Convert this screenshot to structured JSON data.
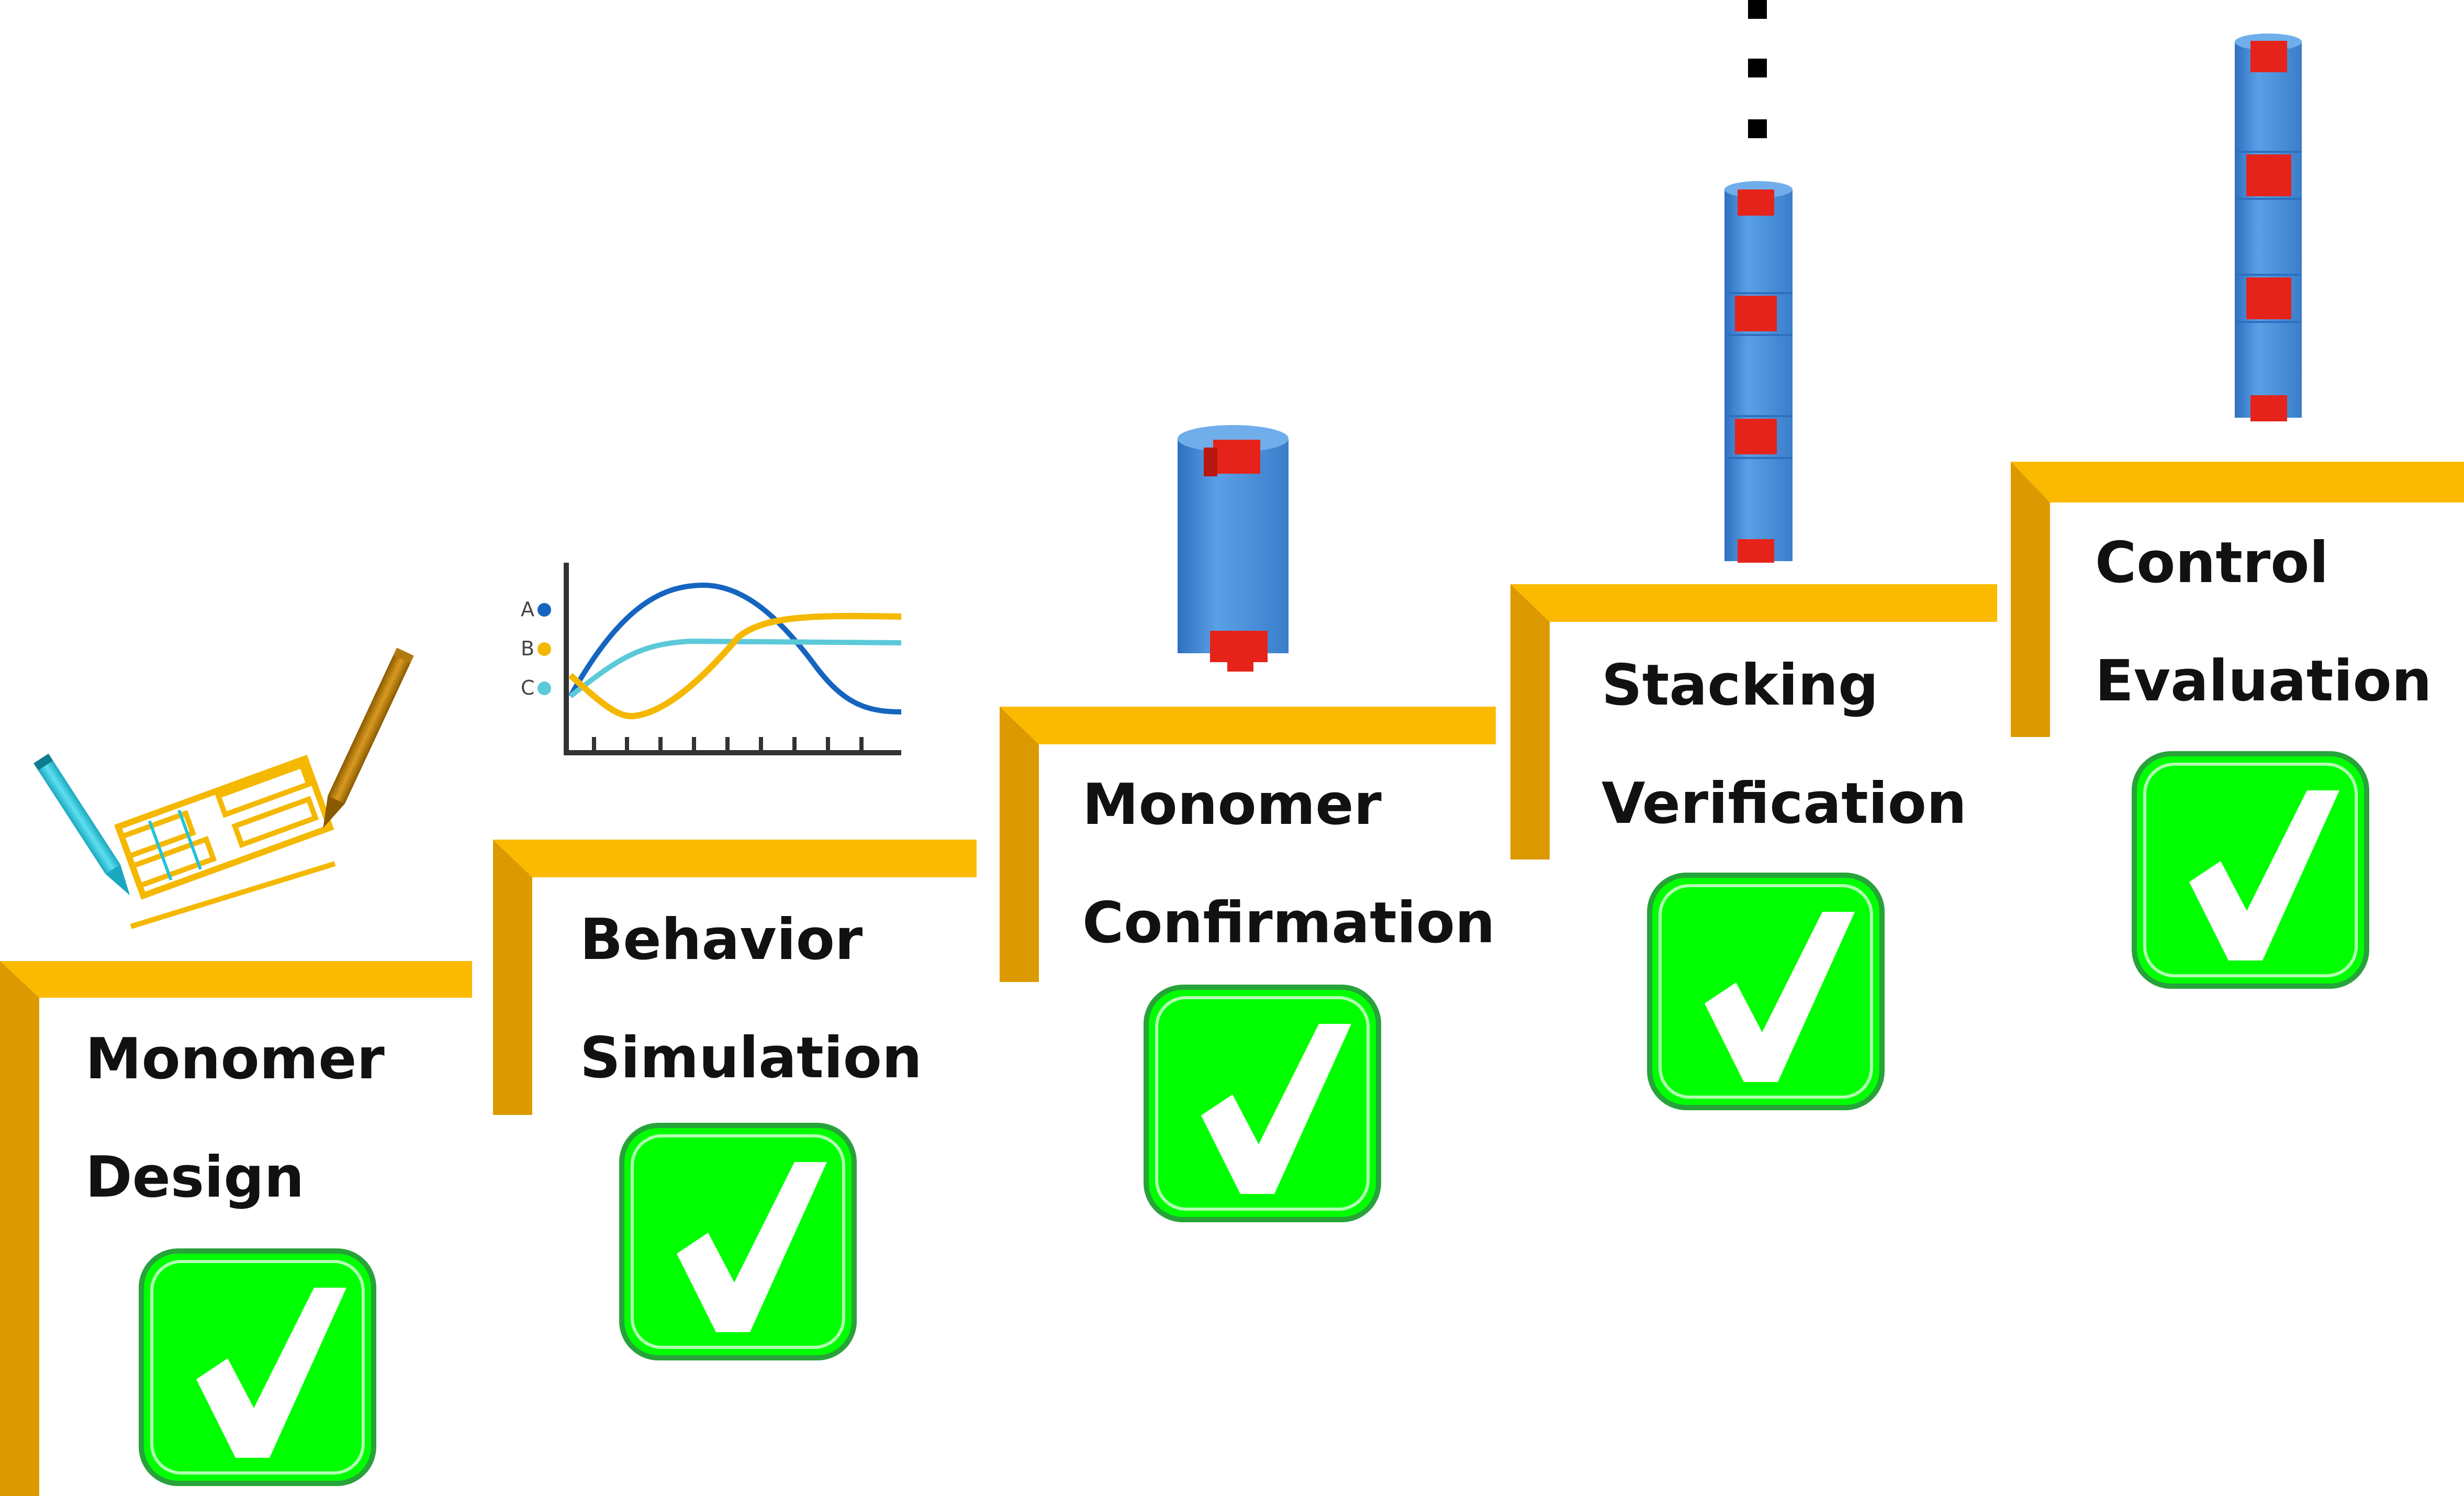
{
  "colors": {
    "step_top": "#FBBA00",
    "step_side": "#DC9A00",
    "check_fill": "#00FF00",
    "check_border": "#27A33A",
    "check_mark": "#ffffff",
    "module_body": "#4A8FD8",
    "module_connector": "#E5231B",
    "chart_line_a": "#1565C0",
    "chart_line_b": "#F5B800",
    "chart_line_c": "#5CC9D9",
    "sketch_lines": "#F5B800",
    "sketch_accents": "#22C4D8",
    "axis": "#333333"
  },
  "steps": [
    {
      "line1": "Monomer",
      "line2": "Design",
      "status_icon": "check-icon"
    },
    {
      "line1": "Behavior",
      "line2": "Simulation",
      "status_icon": "check-icon"
    },
    {
      "line1": "Monomer",
      "line2": "Confirmation",
      "status_icon": "check-icon"
    },
    {
      "line1": "Stacking",
      "line2": "Verification",
      "status_icon": "check-icon"
    },
    {
      "line1": "Control",
      "line2": "Evaluation",
      "status_icon": "check-icon"
    }
  ],
  "simulation_chart": {
    "legend": [
      "A",
      "B",
      "C"
    ]
  }
}
